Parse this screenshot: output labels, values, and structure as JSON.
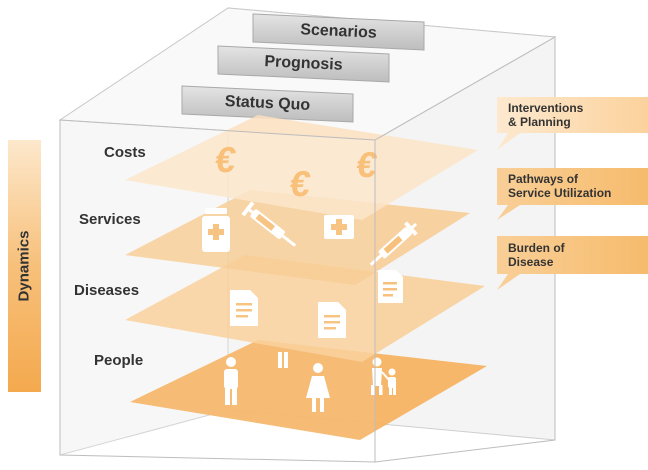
{
  "tabs": {
    "scenarios": "Scenarios",
    "prognosis": "Prognosis",
    "status_quo": "Status Quo"
  },
  "layers": {
    "costs": "Costs",
    "services": "Services",
    "diseases": "Diseases",
    "people": "People"
  },
  "axis": {
    "dynamics": "Dynamics"
  },
  "callouts": {
    "interventions_line1": "Interventions",
    "interventions_line2": "& Planning",
    "pathways_line1": "Pathways of",
    "pathways_line2": "Service Utilization",
    "burden_line1": "Burden of",
    "burden_line2": "Disease"
  },
  "icons": [
    "euro-icon",
    "medicine-bottle-icon",
    "syringe-icon",
    "first-aid-kit-icon",
    "document-icon",
    "man-icon",
    "woman-icon",
    "family-icon"
  ],
  "colors": {
    "layer_costs": "#fbe3c4",
    "layer_services": "#f7c98b",
    "layer_diseases": "#f8cd93",
    "layer_people": "#f4a94e",
    "euro": "#f7b35c",
    "tab_fill": "#c8c8c8",
    "callout_fill": "#fbd7a6"
  }
}
